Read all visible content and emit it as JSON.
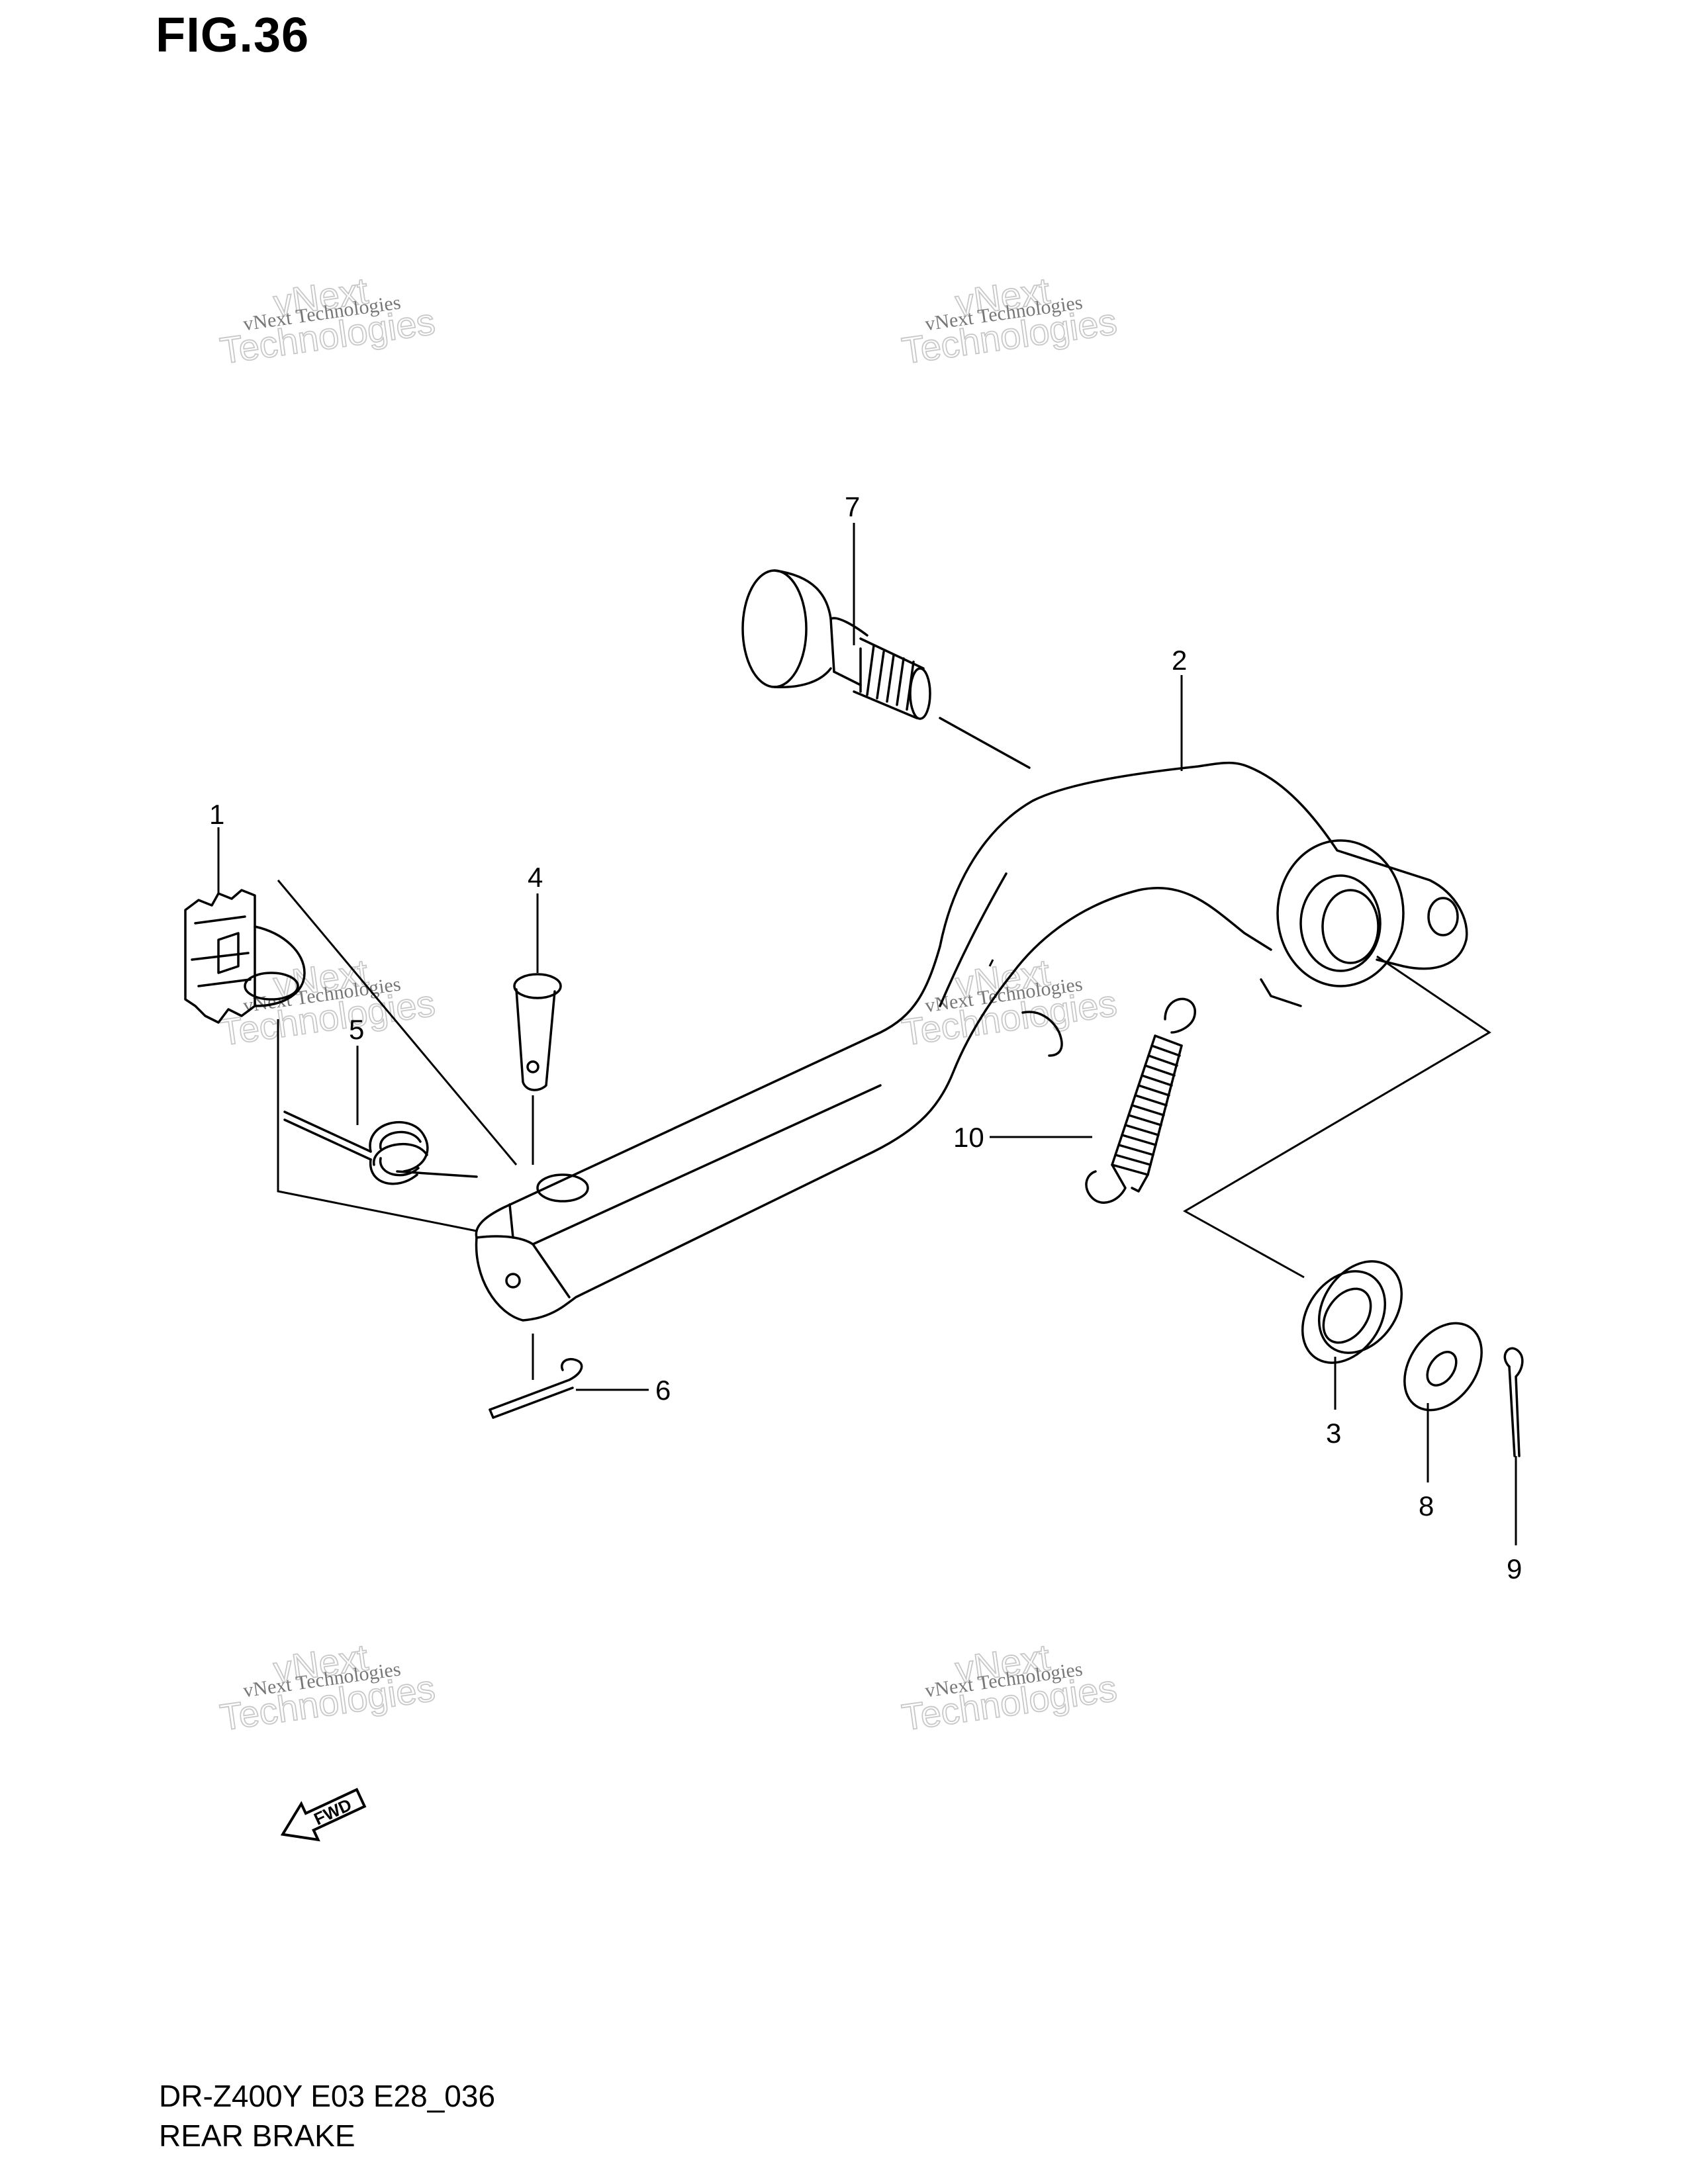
{
  "figure": {
    "title": "FIG.36",
    "model_code": "DR-Z400Y E03 E28_036",
    "caption": "REAR BRAKE"
  },
  "callouts": [
    "1",
    "2",
    "3",
    "4",
    "5",
    "6",
    "7",
    "8",
    "9",
    "10"
  ],
  "direction_marker": {
    "label": "FWD",
    "icon": "fwd-arrow-icon"
  },
  "watermark": {
    "line1": "vNext Technologies",
    "line2": "vNext",
    "line3": "Technologies"
  }
}
